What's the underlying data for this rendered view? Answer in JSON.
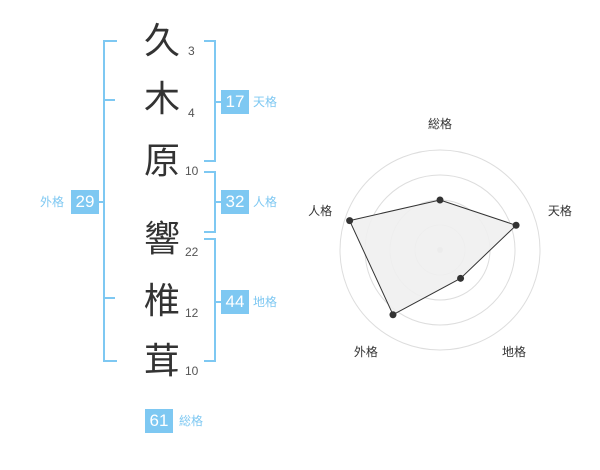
{
  "name": {
    "characters": [
      {
        "char": "久",
        "strokes": "3"
      },
      {
        "char": "木",
        "strokes": "4"
      },
      {
        "char": "原",
        "strokes": "10"
      },
      {
        "char": "響",
        "strokes": "22"
      },
      {
        "char": "椎",
        "strokes": "12"
      },
      {
        "char": "茸",
        "strokes": "10"
      }
    ]
  },
  "fortune": {
    "tenkaku": {
      "value": "17",
      "label": "天格"
    },
    "jinkaku": {
      "value": "32",
      "label": "人格"
    },
    "chikaku": {
      "value": "44",
      "label": "地格"
    },
    "gaikaku": {
      "value": "29",
      "label": "外格"
    },
    "soukaku": {
      "value": "61",
      "label": "総格"
    }
  },
  "colors": {
    "accent": "#7ec8f2",
    "text": "#333333",
    "radar_fill": "#f0f0f0",
    "radar_line": "#333333"
  },
  "chart_data": {
    "type": "radar",
    "axes": [
      "総格",
      "天格",
      "地格",
      "外格",
      "人格"
    ],
    "values": [
      0.5,
      0.8,
      0.35,
      0.8,
      0.95
    ],
    "max": 1,
    "rings": 4
  }
}
